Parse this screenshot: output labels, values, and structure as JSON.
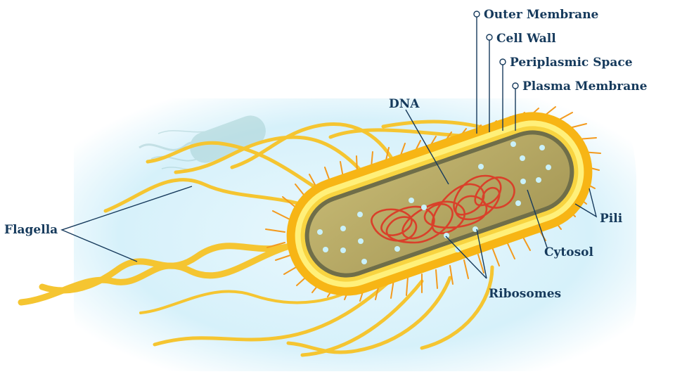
{
  "labels": {
    "outer_membrane": "Outer Membrane",
    "cell_wall": "Cell Wall",
    "periplasmic_space": "Periplasmic Space",
    "plasma_membrane": "Plasma Membrane",
    "dna": "DNA",
    "flagella": "Flagella",
    "pili": "Pili",
    "cytosol": "Cytosol",
    "ribosomes": "Ribosomes"
  },
  "colors": {
    "label_text": "#163a5c",
    "background_glow": "#d8f2fb",
    "flagella": "#f5c531",
    "pili": "#f39a1e",
    "outer_membrane": "#f7b515",
    "cell_wall": "#fff07a",
    "plasma_membrane": "#6f6e49",
    "cytosol": "#b7a964",
    "dna": "#d9402a",
    "ribosomes": "#c9f1fb",
    "ghost_bacterium": "#bcdfe0"
  }
}
